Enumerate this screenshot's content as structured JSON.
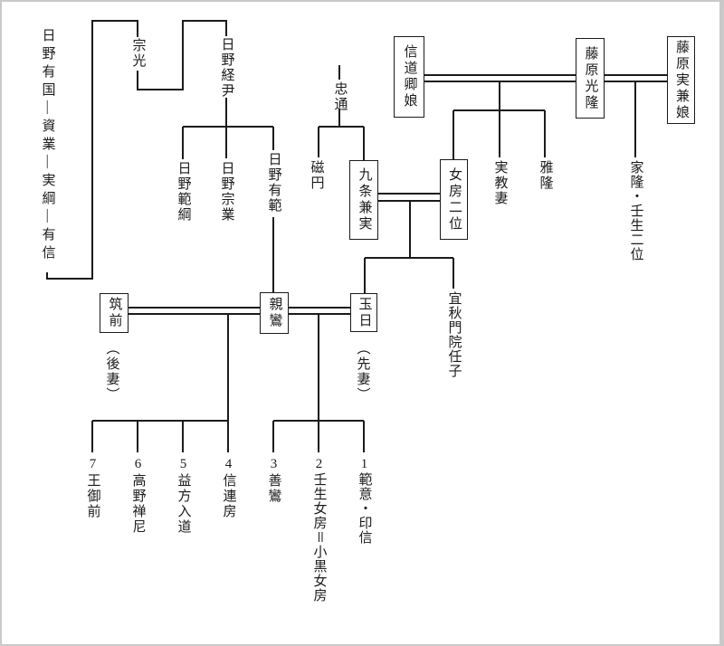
{
  "diagram_type": "family-tree",
  "colors": {
    "line": "#1b1b1b",
    "box_border": "#1b1b1b",
    "background": "#ffffff",
    "frame": "#c9c9c9"
  },
  "people": {
    "hino_lineage": "日野有国—資業—実綱—有信",
    "munemitsu": "宗光",
    "hino_tsunetada": "日野経尹",
    "hino_noritsuna": "日野範綱",
    "hino_munenari": "日野宗業",
    "hino_arinori": "日野有範",
    "tadamichi": "忠通",
    "jien": "磁円",
    "kujo_kanezane": "九条兼実",
    "nyobo_nii": "女房二位",
    "shindo_kyo_musume": "信道卿娘",
    "fujiwara_mitsutaka": "藤原光隆",
    "fujiwara_sanekane_musume": "藤原実兼娘",
    "sanenori_tsuma": "実教妻",
    "masataka": "雅隆",
    "ietaka_mibu_nii": "家隆・壬生二位",
    "gishumonin_ninshi": "宜秋門院任子",
    "chikuzen": "筑前",
    "chikuzen_note": "（後妻）",
    "shinran": "親鸞",
    "tamahi": "玉日",
    "tamahi_note": "（先妻）"
  },
  "children_of_chikuzen": [
    {
      "num": "7",
      "name": "王御前"
    },
    {
      "num": "6",
      "name": "高野禅尼"
    },
    {
      "num": "5",
      "name": "益方入道"
    },
    {
      "num": "4",
      "name": "信連房"
    }
  ],
  "children_of_tamahi": [
    {
      "num": "3",
      "name": "善鸞"
    },
    {
      "num": "2",
      "name": "壬生女房＝小黒女房"
    },
    {
      "num": "1",
      "name": "範意・印信"
    }
  ]
}
